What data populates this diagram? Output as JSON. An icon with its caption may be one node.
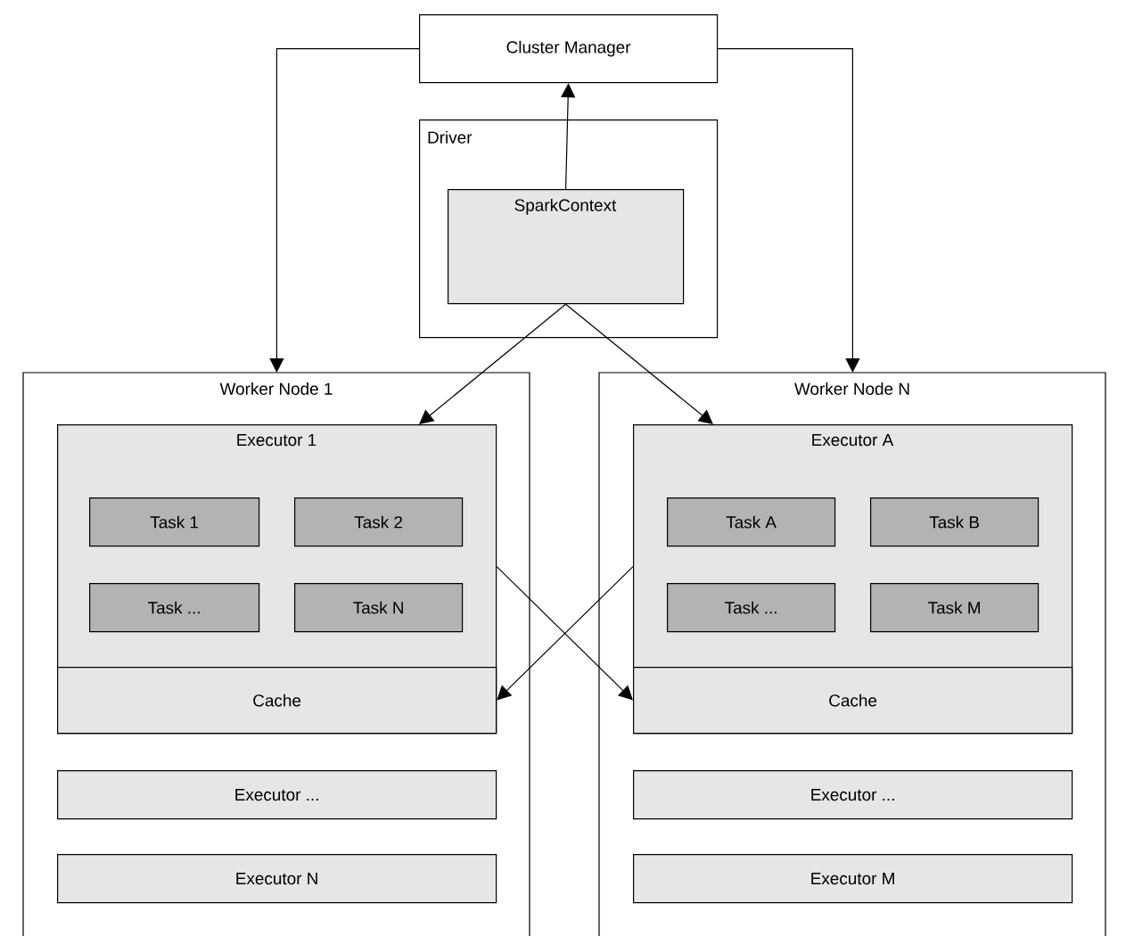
{
  "diagram": {
    "nodes": [
      {
        "text": [
          "Cluster Manager"
        ]
      },
      {
        "text": [
          "Driver"
        ]
      },
      {
        "text": [
          "SparkContext"
        ],
        "in": 1
      },
      {
        "text": [
          "Worker Node 1"
        ]
      },
      {
        "text": [
          "Executor 1"
        ],
        "in": 3
      },
      {
        "text": [
          "Task 1"
        ],
        "in": 4
      },
      {
        "text": [
          "Task 2"
        ],
        "in": 4
      },
      {
        "text": [
          "Task ..."
        ],
        "in": 4
      },
      {
        "text": [
          "Task N"
        ],
        "in": 4
      },
      {
        "text": [
          "Cache"
        ],
        "in": 4
      },
      {
        "text": [
          "Executor ..."
        ],
        "in": 3
      },
      {
        "text": [
          "Executor N"
        ],
        "in": 3
      },
      {
        "text": [
          "Worker Node N"
        ]
      },
      {
        "text": [
          "Executor A"
        ],
        "in": 12
      },
      {
        "text": [
          "Task A"
        ],
        "in": 13
      },
      {
        "text": [
          "Task B"
        ],
        "in": 13
      },
      {
        "text": [
          "Task ..."
        ],
        "in": 13
      },
      {
        "text": [
          "Task M"
        ],
        "in": 13
      },
      {
        "text": [
          "Cache"
        ],
        "in": 13
      },
      {
        "text": [
          "Executor ..."
        ],
        "in": 12
      },
      {
        "text": [
          "Executor M"
        ],
        "in": 12
      }
    ],
    "edges": [
      {
        "from": 0,
        "to": 3,
        "arrow": "to"
      },
      {
        "from": 0,
        "to": 12,
        "arrow": "to"
      },
      {
        "from": 2,
        "to": 0,
        "arrow": "to"
      },
      {
        "from": 2,
        "to": 4,
        "arrow": "to"
      },
      {
        "from": 2,
        "to": 13,
        "arrow": "to"
      },
      {
        "from": 4,
        "to": 18,
        "arrow": "to"
      },
      {
        "from": 13,
        "to": 9,
        "arrow": "to"
      }
    ]
  }
}
